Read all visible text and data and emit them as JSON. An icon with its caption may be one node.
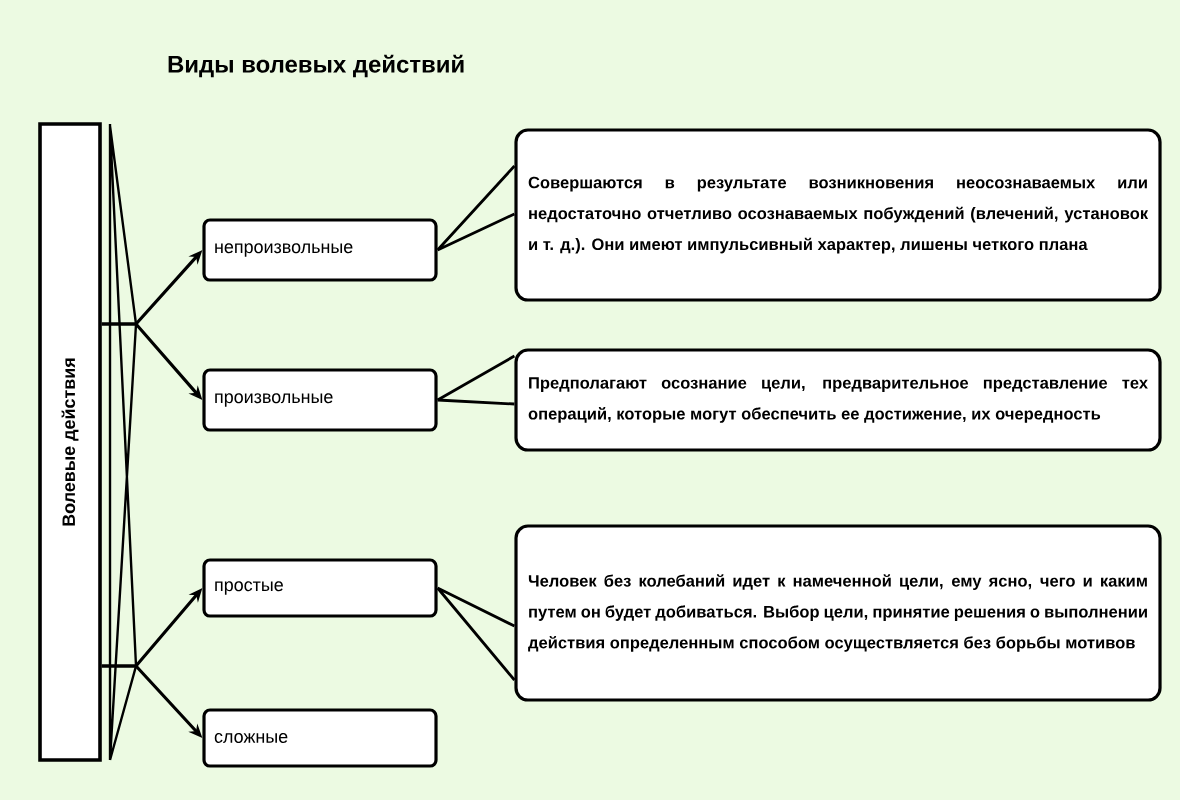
{
  "diagram": {
    "title": "Виды волевых действий",
    "nodes": [
      {
        "text": [
          "Волевые действия"
        ]
      },
      {
        "text": [
          "непроизвольные"
        ]
      },
      {
        "text": [
          "произвольные"
        ]
      },
      {
        "text": [
          "простые"
        ]
      },
      {
        "text": [
          "сложные"
        ]
      },
      {
        "text": [
          "Совершаются в результате возникновения неосознаваемых или недостаточно отчетливо осознаваемых побуждений (влечений, установок и т. д.). Они имеют импульсивный характер, лишены четкого плана"
        ]
      },
      {
        "text": [
          "Предполагают осознание цели, предварительное представление тех операций, которые могут обеспечить ее достижение, их очередность"
        ]
      },
      {
        "text": [
          "Человек без колебаний идет к намеченной цели, ему ясно, чего и каким путем он будет добиваться. Выбор цели, принятие решения о выполнении действия определенным способом осуществляется без борьбы мотивов"
        ]
      }
    ],
    "edges": [
      {
        "from": 0,
        "to": 1,
        "arrow": "to"
      },
      {
        "from": 0,
        "to": 2,
        "arrow": "to"
      },
      {
        "from": 0,
        "to": 3,
        "arrow": "to"
      },
      {
        "from": 0,
        "to": 4,
        "arrow": "to"
      },
      {
        "from": 1,
        "to": 5,
        "arrow": "none"
      },
      {
        "from": 2,
        "to": 6,
        "arrow": "none"
      },
      {
        "from": 3,
        "to": 7,
        "arrow": "none"
      }
    ]
  }
}
